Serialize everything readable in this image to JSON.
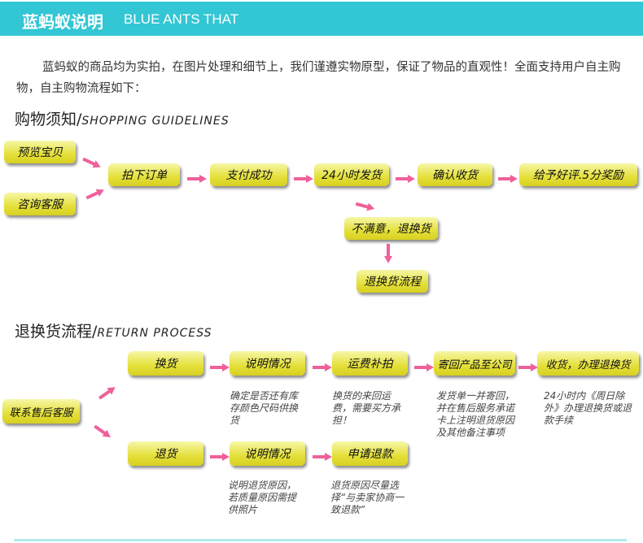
{
  "header": {
    "title_cn": "蓝蚂蚁说明",
    "title_en": "BLUE ANTS THAT"
  },
  "intro": "蓝蚂蚁的商品均为实拍，在图片处理和细节上，我们谨遵实物原型，保证了物品的直观性！全面支持用户自主购物，自主购物流程如下：",
  "shopping": {
    "title_cn": "购物须知/",
    "title_en": "SHOPPING GUIDELINES",
    "steps": [
      "预览宝贝",
      "咨询客服",
      "拍下订单",
      "支付成功",
      "24小时发货",
      "确认收货",
      "给予好评.5分奖励",
      "不满意，退换货",
      "退换货流程"
    ]
  },
  "returns": {
    "title_cn": "退换货流程/",
    "title_en": "RETURN PROCESS",
    "start": "联系售后客服",
    "exchange": [
      "换货",
      "说明情况",
      "运费补拍",
      "寄回产品至公司",
      "收货，办理退换货"
    ],
    "refund": [
      "退货",
      "说明情况",
      "申请退款"
    ],
    "notes": {
      "exchange_explain": "确定是否还有库存颜色尺码供换货",
      "shipping": "换货的来回运费，需要买方承担！",
      "send_back": "发货单一并寄回，并在售后服务承诺卡上注明退货原因及其他备注事项",
      "receive": "24小时内《周日除外》办理退换货或退款手续",
      "refund_explain": "说明退货原因，若质量原因需提供照片",
      "apply": "退货原因尽量选择“与卖家协商一致退款”"
    }
  },
  "colors": {
    "header": "#33c6d4",
    "arrow": "#f0609a",
    "box": "#e4e03a"
  }
}
